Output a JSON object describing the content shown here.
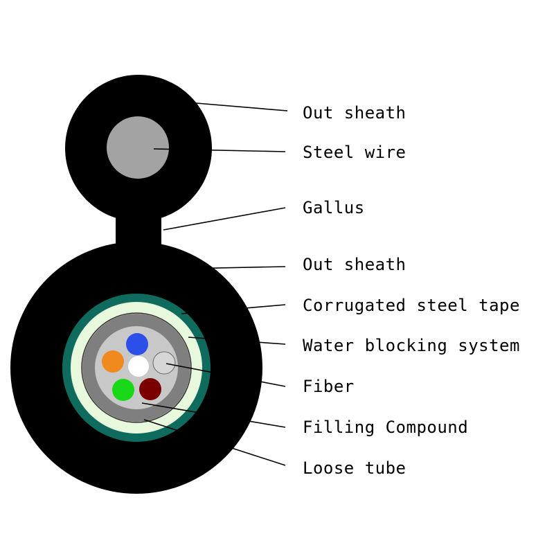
{
  "labels": {
    "out_sheath_top": "Out sheath",
    "steel_wire": "Steel wire",
    "gallus": "Gallus",
    "out_sheath_main": "Out sheath",
    "corrugated_steel_tape": "Corrugated steel tape",
    "water_blocking_system": "Water blocking system",
    "fiber": "Fiber",
    "filling_compound": "Filling Compound",
    "loose_tube": "Loose tube"
  },
  "colors": {
    "sheath": "#000000",
    "steel_wire": "#a3a3a3",
    "steel_tape": "#0f6b5e",
    "water_blocking": "#e8f8dc",
    "loose_tube": "#7f7f7f",
    "filling_compound": "#c8c8c8",
    "fiber_blue": "#2b4fe8",
    "fiber_orange": "#f08a1e",
    "fiber_white": "#ffffff",
    "fiber_gray": "#d6d6d6",
    "fiber_green": "#18d818",
    "fiber_red": "#7a0000"
  }
}
